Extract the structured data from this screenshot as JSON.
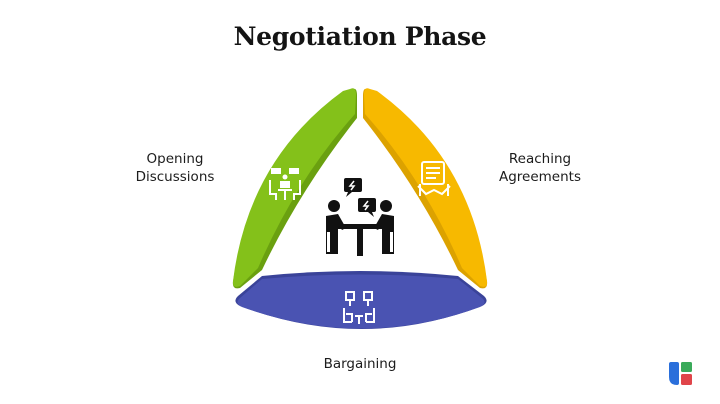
{
  "title": "Negotiation Phase",
  "segments": [
    {
      "id": "opening",
      "label_line1": "Opening",
      "label_line2": "Discussions",
      "color": "#84c11a",
      "shadow": "#6aa010",
      "icon": "meeting-table-icon"
    },
    {
      "id": "agreements",
      "label_line1": "Reaching",
      "label_line2": "Agreements",
      "color": "#f7b900",
      "shadow": "#dca200",
      "icon": "handshake-contract-icon"
    },
    {
      "id": "bargaining",
      "label_line1": "Bargaining",
      "color": "#4a53b2",
      "shadow": "#3a4399",
      "icon": "bargaining-people-icon"
    }
  ],
  "center": {
    "icon": "negotiation-people-icon"
  },
  "colors": {
    "background": "#ffffff",
    "text": "#1c1c1c",
    "center_icon": "#111111"
  },
  "logo": {
    "icon": "brand-logo-icon",
    "colors": [
      "#2a6fdb",
      "#3aaa5a",
      "#e0454a"
    ]
  }
}
